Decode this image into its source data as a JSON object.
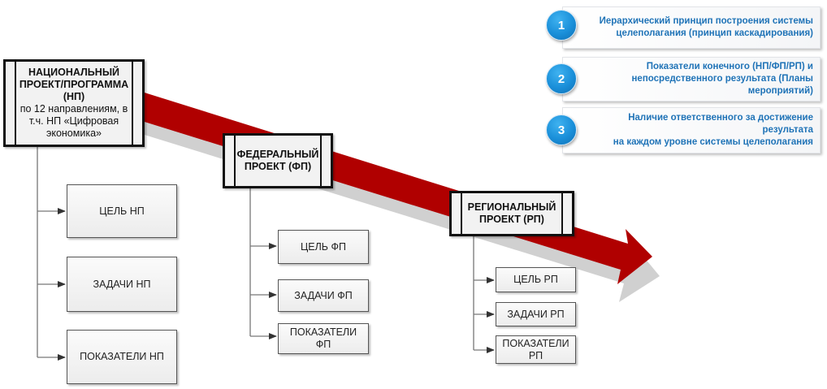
{
  "colors": {
    "arrow": "#b00000",
    "arrow_shadow": "#d0d0d0",
    "badge": "#1a8fd9",
    "card_text": "#1f73b7"
  },
  "principles": [
    {
      "number": "1",
      "lines": [
        "Иерархический принцип построения системы",
        "целеполагания (принцип каскадирования)"
      ]
    },
    {
      "number": "2",
      "lines": [
        "Показатели конечного (НП/ФП/РП) и",
        "непосредственного результата (Планы",
        "мероприятий)"
      ]
    },
    {
      "number": "3",
      "lines": [
        "Наличие ответственного за достижение",
        "результата",
        "на каждом уровне системы целеполагания"
      ]
    }
  ],
  "levels": {
    "national": {
      "title_lines": [
        "НАЦИОНАЛЬНЫЙ",
        "ПРОЕКТ/ПРОГРАММА",
        "(НП)"
      ],
      "desc_lines": [
        "по 12 направлениям, в",
        "т.ч. НП «Цифровая",
        "экономика»"
      ],
      "items": [
        "ЦЕЛЬ НП",
        "ЗАДАЧИ НП",
        "ПОКАЗАТЕЛИ НП"
      ]
    },
    "federal": {
      "title_lines": [
        "ФЕДЕРАЛЬНЫЙ",
        "ПРОЕКТ (ФП)"
      ],
      "items": [
        "ЦЕЛЬ ФП",
        "ЗАДАЧИ ФП",
        "ПОКАЗАТЕЛИ ФП"
      ]
    },
    "regional": {
      "title_lines": [
        "РЕГИОНАЛЬНЫЙ",
        "ПРОЕКТ (РП)"
      ],
      "items": [
        "ЦЕЛЬ РП",
        "ЗАДАЧИ РП",
        "ПОКАЗАТЕЛИ РП"
      ]
    }
  }
}
